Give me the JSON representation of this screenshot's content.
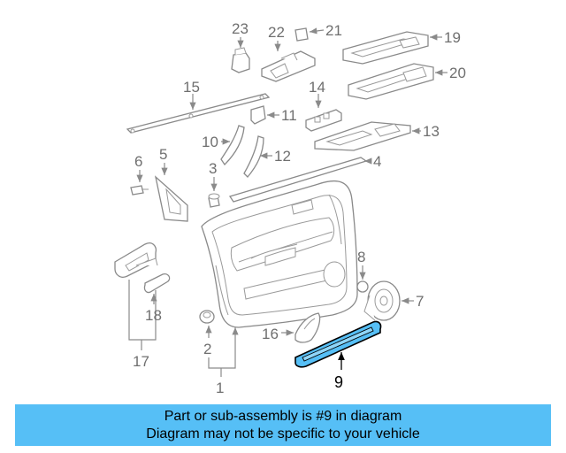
{
  "diagram": {
    "labels": {
      "p1": "1",
      "p2": "2",
      "p3": "3",
      "p4": "4",
      "p5": "5",
      "p6": "6",
      "p7": "7",
      "p8": "8",
      "p9": "9",
      "p10": "10",
      "p11": "11",
      "p12": "12",
      "p13": "13",
      "p14": "14",
      "p15": "15",
      "p16": "16",
      "p17": "17",
      "p18": "18",
      "p19": "19",
      "p20": "20",
      "p21": "21",
      "p22": "22",
      "p23": "23"
    },
    "highlight_color": "#56bff6"
  },
  "banner": {
    "line1": "Part or sub-assembly is #9 in diagram",
    "line2": "Diagram may not be specific to your vehicle",
    "background": "#56bff6"
  }
}
